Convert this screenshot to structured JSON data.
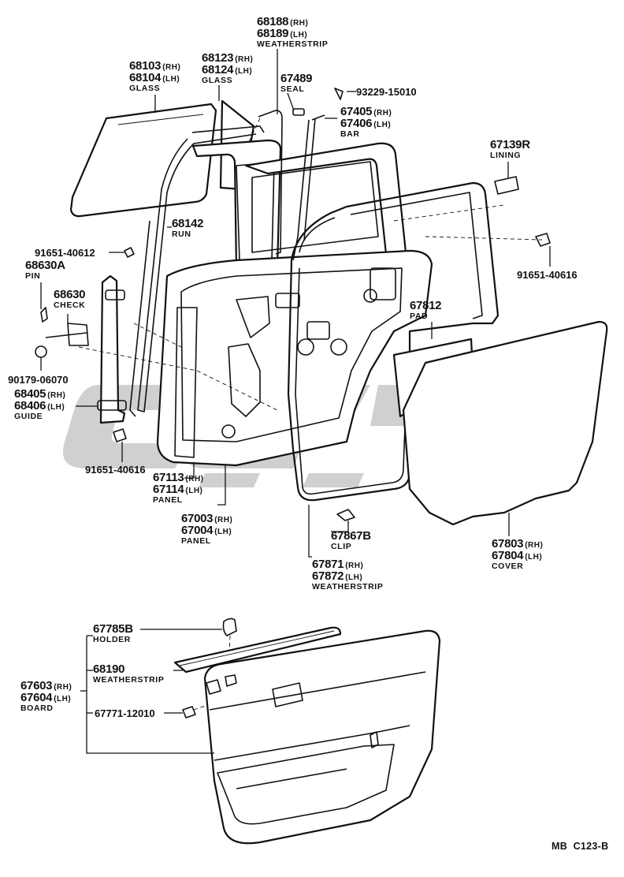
{
  "labels": {
    "weatherstrip_top": {
      "pn_rh": "68188",
      "pn_lh": "68189",
      "rh": "(RH)",
      "lh": "(LH)",
      "name": "WEATHERSTRIP"
    },
    "glass_front": {
      "pn_rh": "68103",
      "pn_lh": "68104",
      "rh": "(RH)",
      "lh": "(LH)",
      "name": "GLASS"
    },
    "glass_quarter": {
      "pn_rh": "68123",
      "pn_lh": "68124",
      "rh": "(RH)",
      "lh": "(LH)",
      "name": "GLASS"
    },
    "seal": {
      "pn": "67489",
      "name": "SEAL"
    },
    "screw": {
      "code": "93229-15010"
    },
    "bar": {
      "pn_rh": "67405",
      "pn_lh": "67406",
      "rh": "(RH)",
      "lh": "(LH)",
      "name": "BAR"
    },
    "lining": {
      "pn": "67139R",
      "name": "LINING"
    },
    "run": {
      "pn": "68142",
      "name": "RUN"
    },
    "bolt_upper": {
      "code": "91651-40612"
    },
    "pin": {
      "pn": "68630A",
      "name": "PIN"
    },
    "check": {
      "pn": "68630",
      "name": "CHECK"
    },
    "bolt_right": {
      "code": "91651-40616"
    },
    "pad": {
      "pn": "67812",
      "name": "PAD"
    },
    "nut": {
      "code": "90179-06070"
    },
    "guide": {
      "pn_rh": "68405",
      "pn_lh": "68406",
      "rh": "(RH)",
      "lh": "(LH)",
      "name": "GUIDE"
    },
    "bolt_lower": {
      "code": "91651-40616"
    },
    "panel_inner": {
      "pn_rh": "67113",
      "pn_lh": "67114",
      "rh": "(RH)",
      "lh": "(LH)",
      "name": "PANEL"
    },
    "panel": {
      "pn_rh": "67003",
      "pn_lh": "67004",
      "rh": "(RH)",
      "lh": "(LH)",
      "name": "PANEL"
    },
    "clip": {
      "pn": "67867B",
      "name": "CLIP"
    },
    "weatherstrip_door": {
      "pn_rh": "67871",
      "pn_lh": "67872",
      "rh": "(RH)",
      "lh": "(LH)",
      "name": "WEATHERSTRIP"
    },
    "cover": {
      "pn_rh": "67803",
      "pn_lh": "67804",
      "rh": "(RH)",
      "lh": "(LH)",
      "name": "COVER"
    },
    "holder": {
      "pn": "67785B",
      "name": "HOLDER"
    },
    "weatherstrip_board": {
      "pn": "68190",
      "name": "WEATHERSTRIP"
    },
    "board": {
      "pn_rh": "67603",
      "pn_lh": "67604",
      "rh": "(RH)",
      "lh": "(LH)",
      "name": "BOARD"
    },
    "screw_board": {
      "code": "67771-12010"
    }
  },
  "footer": {
    "ref": "MB  C123-B"
  },
  "colors": {
    "ink": "#111111",
    "watermark": "#c8c8c8",
    "background": "#ffffff"
  }
}
